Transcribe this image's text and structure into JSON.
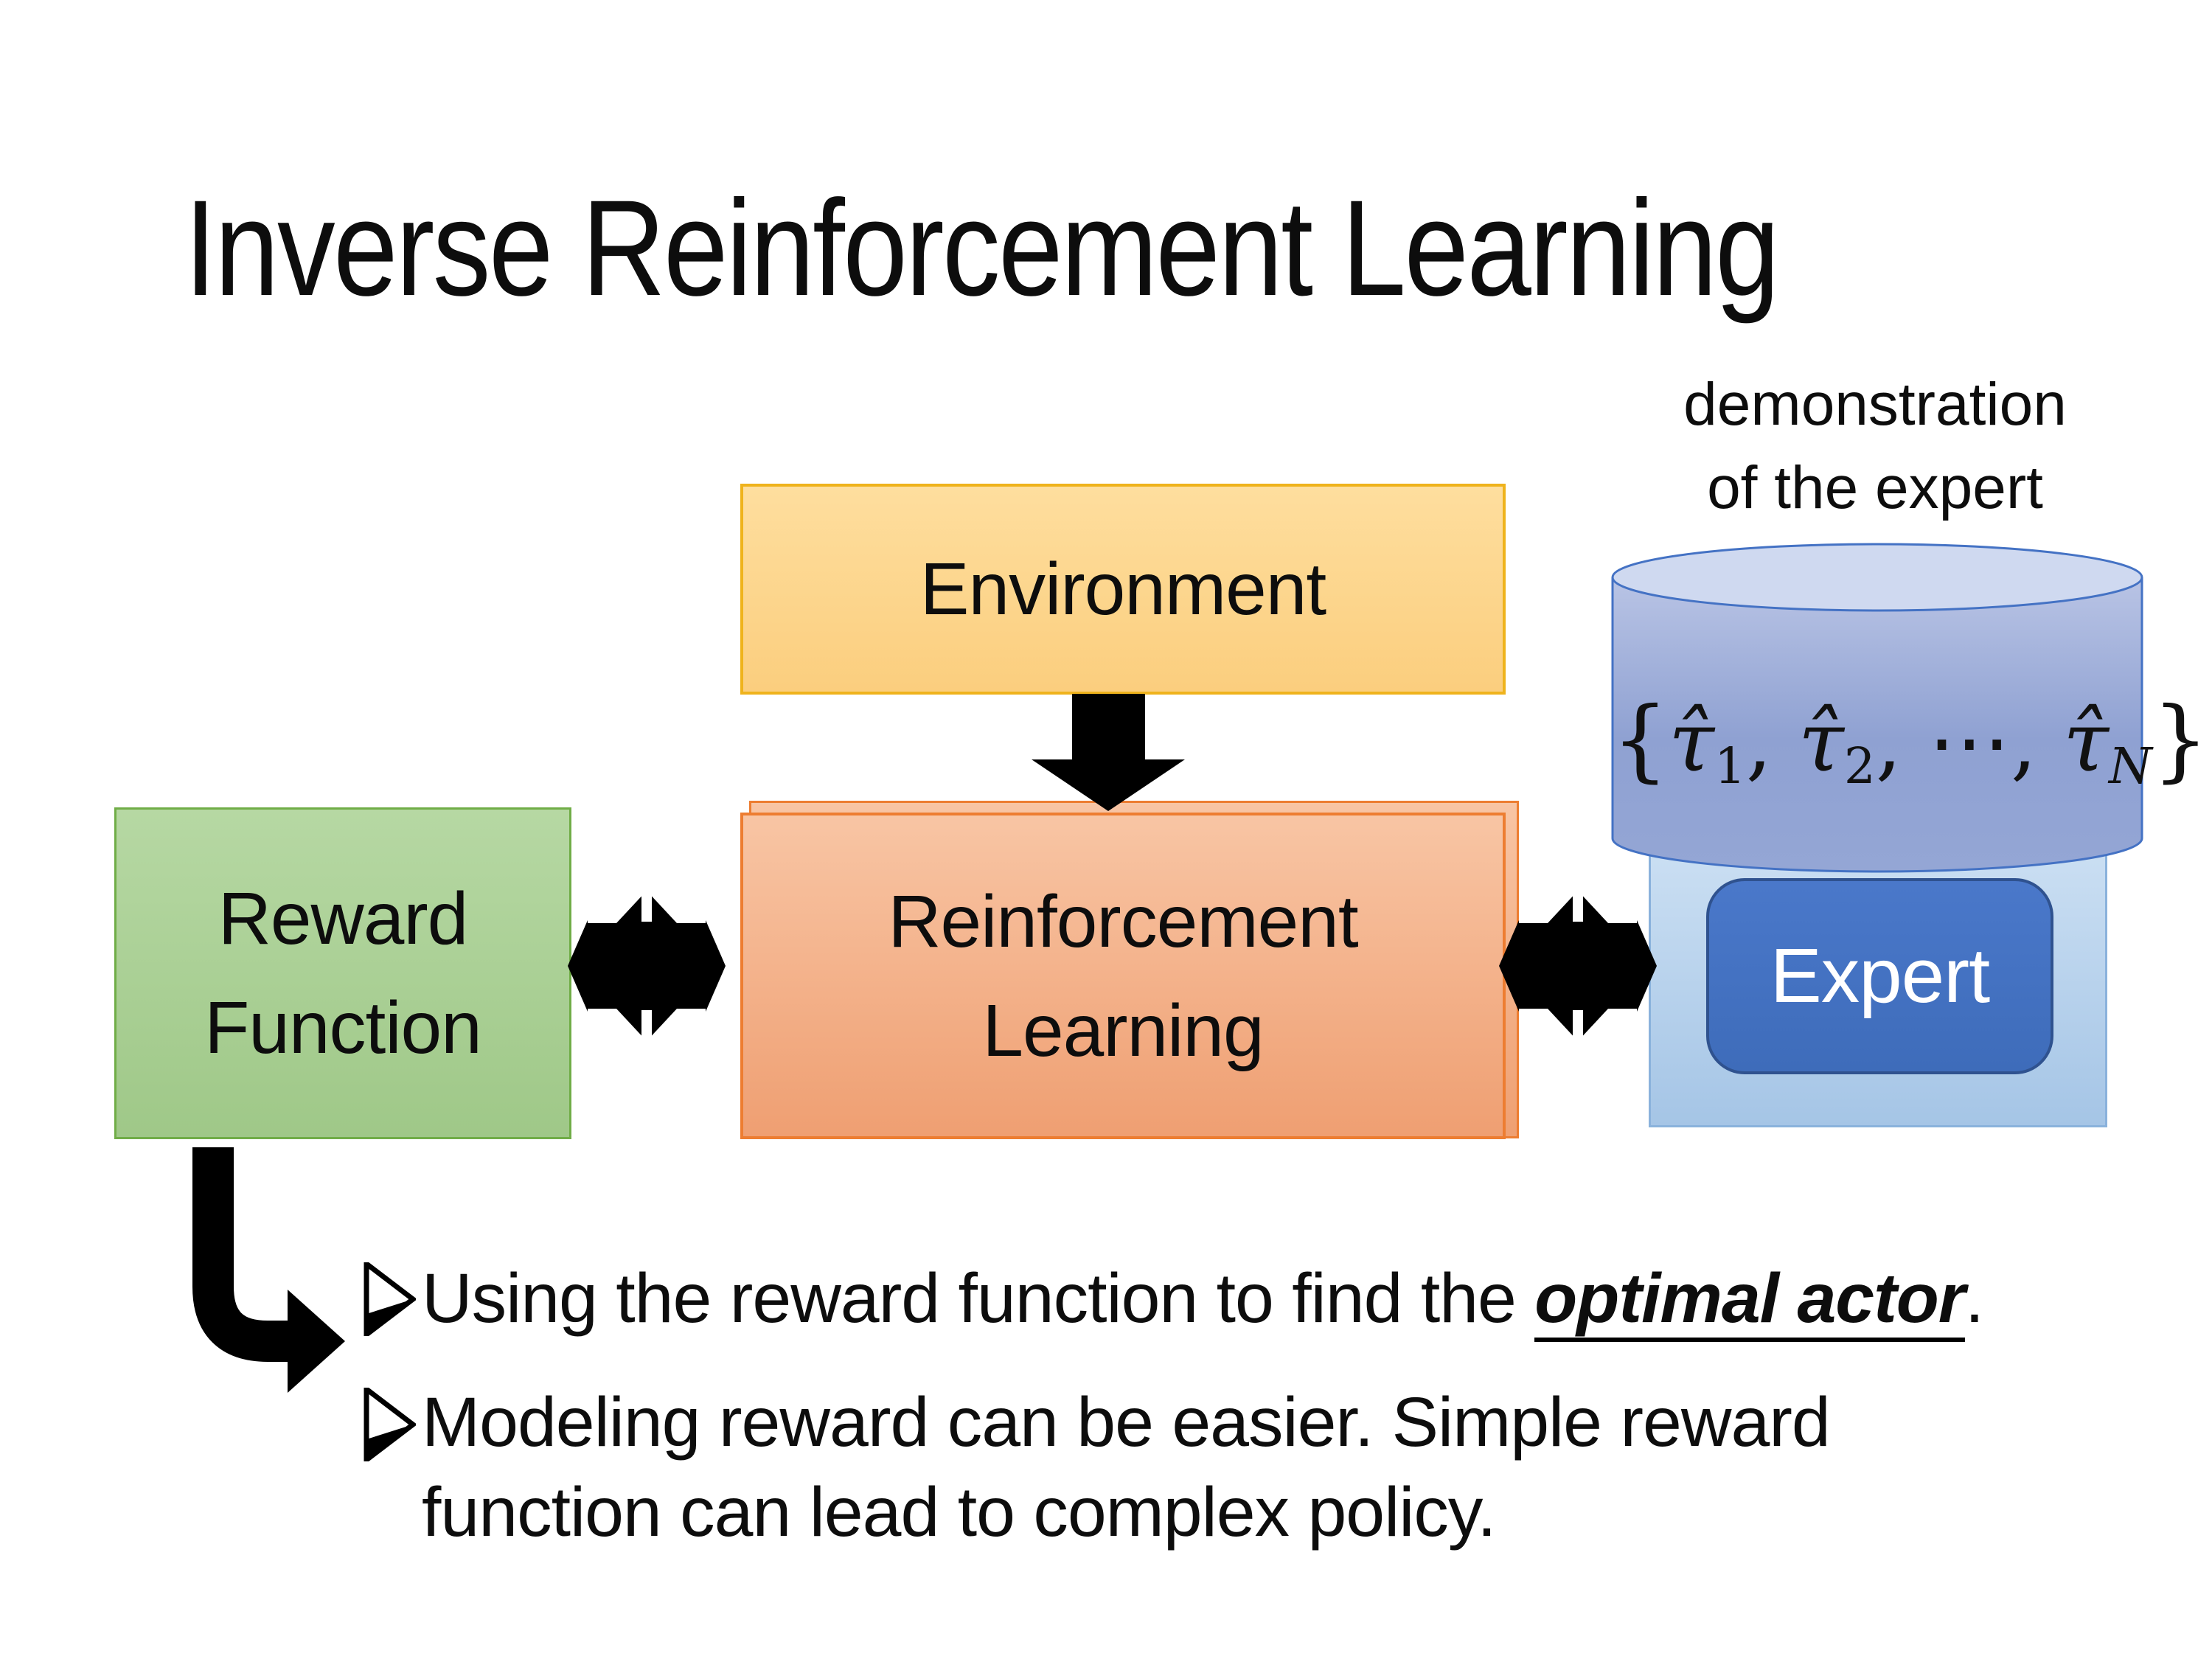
{
  "slide": {
    "title": "Inverse Reinforcement Learning",
    "annotation": {
      "line1": "demonstration",
      "line2": "of the expert"
    },
    "boxes": {
      "environment": {
        "label": "Environment"
      },
      "reward_function": {
        "line1": "Reward",
        "line2": "Function"
      },
      "reinforcement_learning": {
        "line1": "Reinforcement",
        "line2": "Learning"
      },
      "expert": {
        "label": "Expert"
      }
    },
    "formula": {
      "open": "{",
      "tau1": "τ̂",
      "sub1": "1",
      "comma1": ", ",
      "tau2": "τ̂",
      "sub2": "2",
      "comma2": ", ",
      "dots": "⋯",
      "comma3": ", ",
      "tau3": "τ̂",
      "subN": "N",
      "close": "}"
    },
    "bullets": {
      "b1": {
        "prefix": "Using the reward function to find the ",
        "highlight": "optimal actor",
        "suffix": "."
      },
      "b2": {
        "line1": "Modeling reward can be easier. Simple reward",
        "line2": "function can lead to complex policy."
      }
    },
    "icons": {
      "down_arrow": "solid black down arrow",
      "double_arrow_left": "black horizontal double-headed arrow over split diamond",
      "double_arrow_right": "black horizontal double-headed arrow over split diamond",
      "elbow_arrow": "black elbow arrow turning right",
      "bullet_marker": "➢ three-d rightwards arrowhead"
    },
    "colors": {
      "environment_border": "#EFB31C",
      "environment_fill_top": "#FEDE9E",
      "environment_fill_bottom": "#FBCE7E",
      "reward_border": "#70AD47",
      "reward_fill_top": "#B6D8A3",
      "reward_fill_bottom": "#9FC888",
      "rl_border": "#ED7D31",
      "rl_fill_top": "#F8C5A4",
      "rl_fill_bottom": "#EF9F72",
      "expert_fill": "#4472C4",
      "expert_border": "#2F528F",
      "expert_container_fill_top": "#CFE2F4",
      "expert_container_fill_bottom": "#A5C5E6",
      "cylinder_stroke": "#4472C4",
      "cylinder_body_top": "#AFBCE1",
      "cylinder_body_bottom": "#8C9FD1",
      "cylinder_cap": "#CFD9F0",
      "arrow_color": "#000000",
      "text_color": "#0D0D0D"
    }
  }
}
